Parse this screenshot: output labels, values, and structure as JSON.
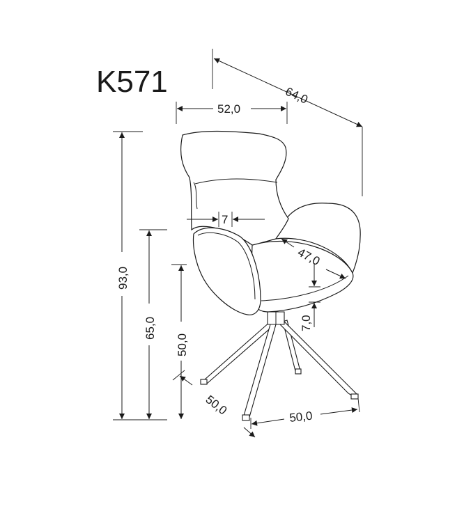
{
  "model": "K571",
  "dimensions": {
    "depth_total": "64,0",
    "width_back": "52,0",
    "height_total": "93,0",
    "height_arm": "65,0",
    "height_seat": "50,0",
    "arm_width": "7",
    "seat_depth": "47,0",
    "seat_thickness": "7,0",
    "base_depth": "50,0",
    "base_width": "50,0"
  },
  "colors": {
    "line": "#1a1a1a",
    "background": "#ffffff"
  }
}
